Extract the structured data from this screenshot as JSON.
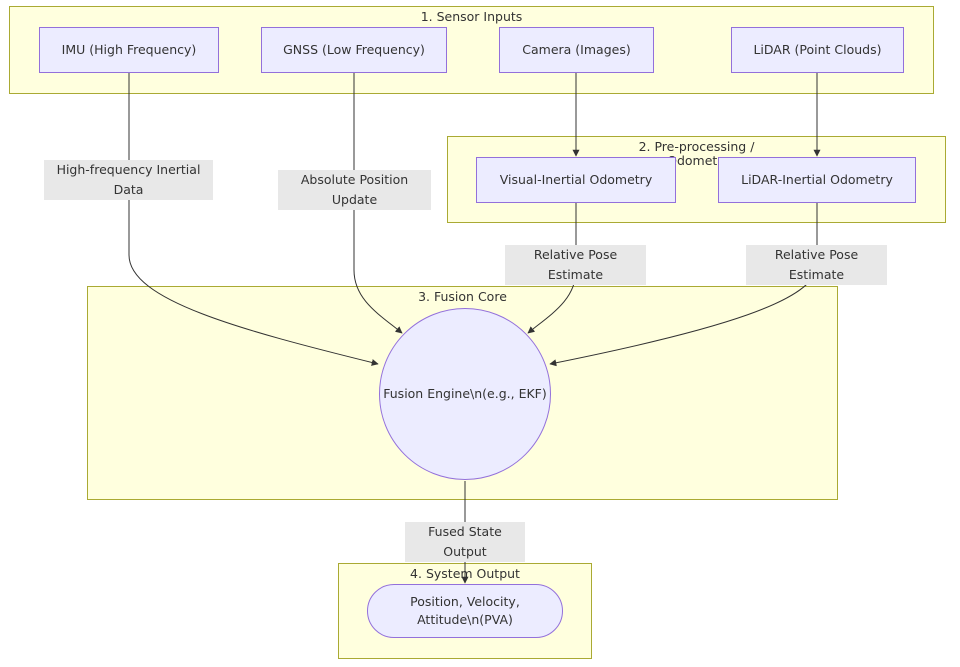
{
  "clusters": {
    "sensor_inputs": "1. Sensor Inputs",
    "preprocessing": "2. Pre-processing /\n Odometry",
    "fusion_core": "3. Fusion Core",
    "system_output": "4. System Output"
  },
  "nodes": {
    "imu": "IMU (High Frequency)",
    "gnss": "GNSS (Low Frequency)",
    "camera": "Camera (Images)",
    "lidar": "LiDAR (Point Clouds)",
    "vio": "Visual-Inertial Odometry",
    "lio": "LiDAR-Inertial Odometry",
    "fusion_engine": "Fusion Engine\\n(e.g., EKF)",
    "pva": "Position, Velocity, Attitude\\n(PVA)"
  },
  "edges": {
    "imu_to_fusion": "High-frequency Inertial Data",
    "gnss_to_fusion": "Absolute Position Update",
    "vio_to_fusion": "Relative Pose Estimate",
    "lio_to_fusion": "Relative Pose Estimate",
    "fusion_to_output": "Fused State Output"
  },
  "colors": {
    "cluster_fill": "#ffffde",
    "cluster_border": "#aaaa33",
    "node_fill": "#ececff",
    "node_border": "#9370db",
    "edge_line": "#333333",
    "edge_label_bg": "#e8e8e8"
  }
}
